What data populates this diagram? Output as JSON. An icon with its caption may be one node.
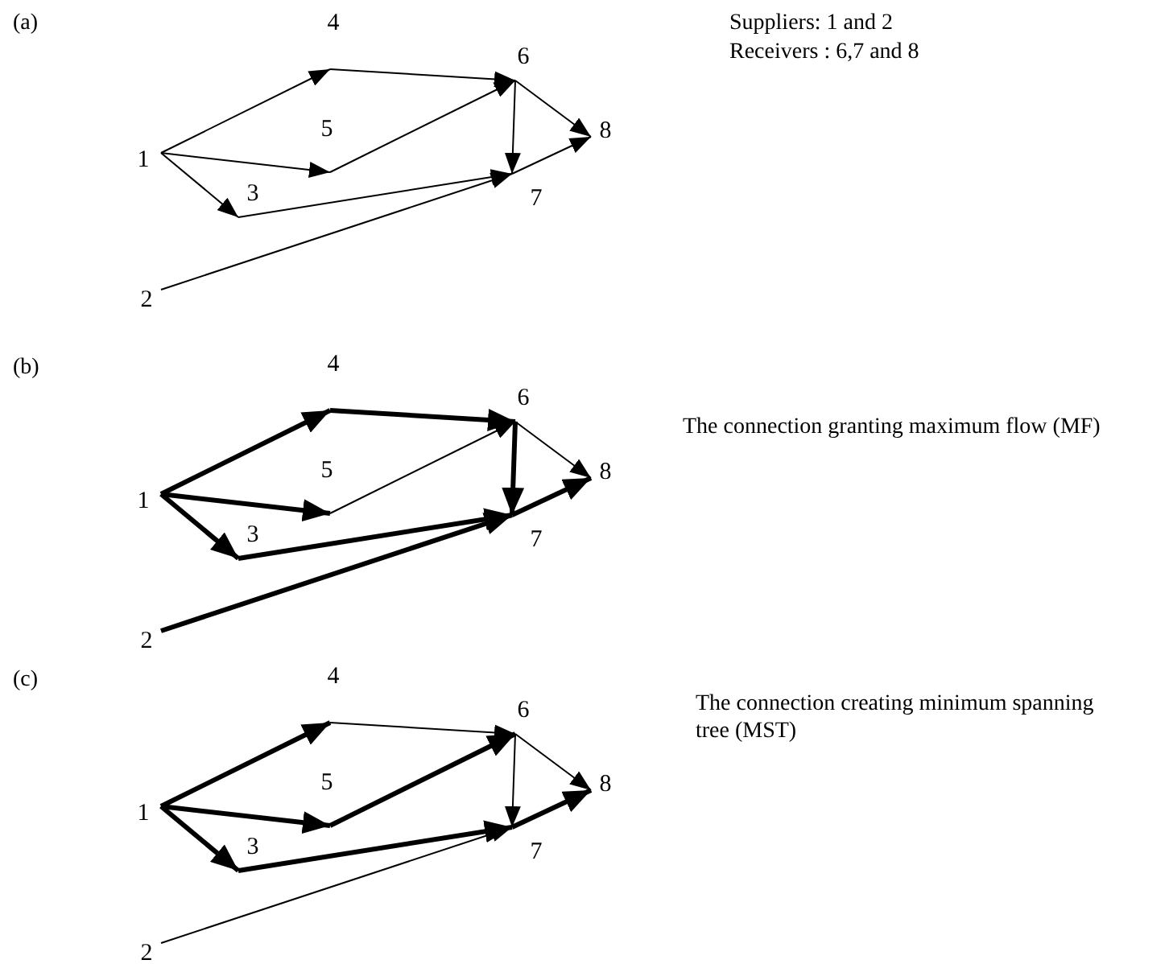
{
  "diagram": {
    "nodes": [
      {
        "text": [
          "4"
        ]
      },
      {
        "text": [
          "6"
        ]
      },
      {
        "text": [
          "5"
        ]
      },
      {
        "text": [
          "8"
        ]
      },
      {
        "text": [
          "1"
        ]
      },
      {
        "text": [
          "3"
        ]
      },
      {
        "text": [
          "7"
        ]
      },
      {
        "text": [
          "2"
        ]
      },
      {
        "text": [
          "4"
        ]
      },
      {
        "text": [
          "6"
        ]
      },
      {
        "text": [
          "5"
        ]
      },
      {
        "text": [
          "8"
        ]
      },
      {
        "text": [
          "1"
        ]
      },
      {
        "text": [
          "3"
        ]
      },
      {
        "text": [
          "7"
        ]
      },
      {
        "text": [
          "2"
        ]
      },
      {
        "text": [
          "4"
        ]
      },
      {
        "text": [
          "6"
        ]
      },
      {
        "text": [
          "5"
        ]
      },
      {
        "text": [
          "8"
        ]
      },
      {
        "text": [
          "1"
        ]
      },
      {
        "text": [
          "3"
        ]
      },
      {
        "text": [
          "7"
        ]
      },
      {
        "text": [
          "2"
        ]
      }
    ],
    "edges": [
      {
        "from": 4,
        "to": 0,
        "arrow": "to"
      },
      {
        "from": 0,
        "to": 1,
        "arrow": "to"
      },
      {
        "from": 4,
        "to": 2,
        "arrow": "to"
      },
      {
        "from": 2,
        "to": 1,
        "arrow": "to"
      },
      {
        "from": 4,
        "to": 5,
        "arrow": "to"
      },
      {
        "from": 5,
        "to": 6,
        "arrow": "to"
      },
      {
        "from": 7,
        "to": 6,
        "arrow": "to"
      },
      {
        "from": 1,
        "to": 6,
        "arrow": "to"
      },
      {
        "from": 1,
        "to": 3,
        "arrow": "to"
      },
      {
        "from": 6,
        "to": 3,
        "arrow": "to"
      },
      {
        "from": 12,
        "to": 8,
        "arrow": "to",
        "style": "thick"
      },
      {
        "from": 8,
        "to": 9,
        "arrow": "to",
        "style": "thick"
      },
      {
        "from": 12,
        "to": 10,
        "arrow": "to",
        "style": "thick"
      },
      {
        "from": 10,
        "to": 9,
        "arrow": "to"
      },
      {
        "from": 12,
        "to": 13,
        "arrow": "to",
        "style": "thick"
      },
      {
        "from": 13,
        "to": 14,
        "arrow": "to",
        "style": "thick"
      },
      {
        "from": 15,
        "to": 14,
        "arrow": "to",
        "style": "thick"
      },
      {
        "from": 9,
        "to": 14,
        "arrow": "to",
        "style": "thick"
      },
      {
        "from": 9,
        "to": 11,
        "arrow": "to"
      },
      {
        "from": 14,
        "to": 11,
        "arrow": "to",
        "style": "thick"
      },
      {
        "from": 20,
        "to": 16,
        "arrow": "to",
        "style": "thick"
      },
      {
        "from": 16,
        "to": 17,
        "arrow": "to"
      },
      {
        "from": 20,
        "to": 18,
        "arrow": "to",
        "style": "thick"
      },
      {
        "from": 18,
        "to": 17,
        "arrow": "to",
        "style": "thick"
      },
      {
        "from": 20,
        "to": 21,
        "arrow": "to",
        "style": "thick"
      },
      {
        "from": 21,
        "to": 22,
        "arrow": "to",
        "style": "thick"
      },
      {
        "from": 23,
        "to": 22,
        "arrow": "to"
      },
      {
        "from": 17,
        "to": 22,
        "arrow": "to"
      },
      {
        "from": 17,
        "to": 19,
        "arrow": "to"
      },
      {
        "from": 22,
        "to": 19,
        "arrow": "to",
        "style": "thick"
      }
    ],
    "labels": [
      "(a)",
      "Suppliers: 1 and 2",
      "Receivers : 6,7 and 8",
      "(b)",
      "The connection granting maximum flow (MF)",
      "(c)",
      "The connection creating minimum spanning tree (MST)"
    ]
  }
}
